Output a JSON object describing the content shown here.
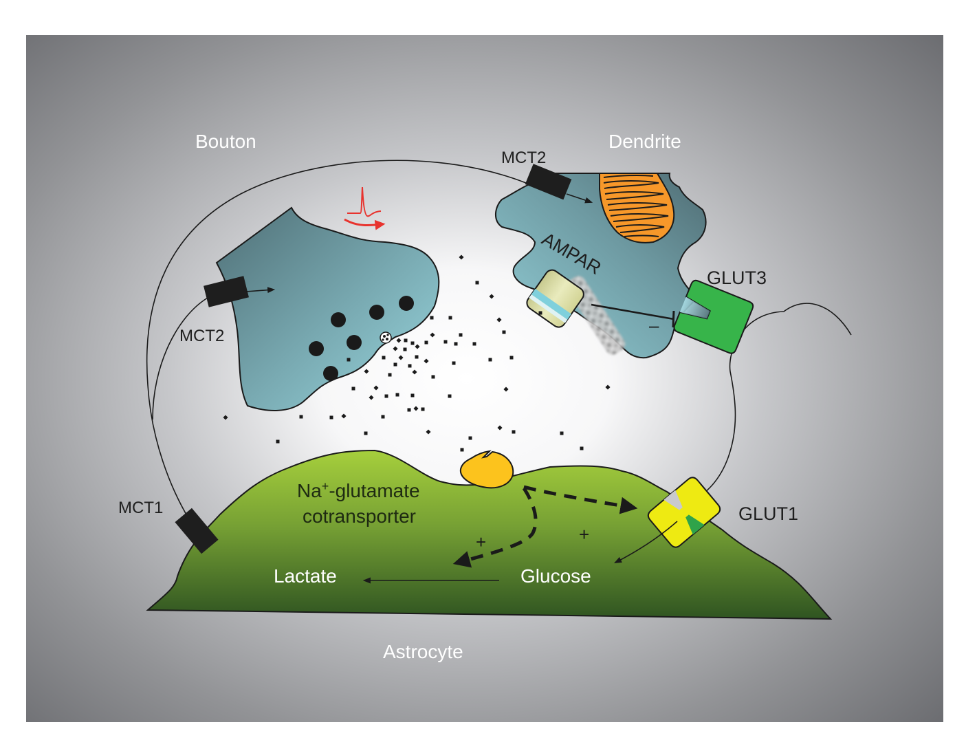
{
  "figure": {
    "regions": {
      "bouton": "Bouton",
      "dendrite": "Dendrite",
      "astrocyte": "Astrocyte"
    },
    "transporters": {
      "mct2_bouton": "MCT2",
      "mct2_dendrite": "MCT2",
      "mct1": "MCT1",
      "glut3": "GLUT3",
      "glut1": "GLUT1",
      "ampar": "AMPAR"
    },
    "cotransporter": {
      "line1": "Na",
      "superscript": "+",
      "line1_rest": "-glutamate",
      "line2": "cotransporter"
    },
    "metabolites": {
      "lactate": "Lactate",
      "glucose": "Glucose"
    },
    "signs": {
      "stimulate_glycolysis": "+",
      "stimulate_glut1": "+",
      "inhibit_glut3": "–"
    },
    "colors": {
      "background_edge": "#6e6f73",
      "background_center": "#ffffff",
      "neuron_fill_light": "#93d3dc",
      "neuron_fill_dark": "#577b82",
      "astrocyte_light": "#a2cc3c",
      "astrocyte_dark": "#345a24",
      "mitochondrion": "#f7982a",
      "cotransporter": "#fcc31d",
      "glut1": "#eeea12",
      "glut3": "#37b44a",
      "ampar": "#dcdca0",
      "action_potential": "#e8332e",
      "transporter_black": "#1e1e1e"
    }
  }
}
